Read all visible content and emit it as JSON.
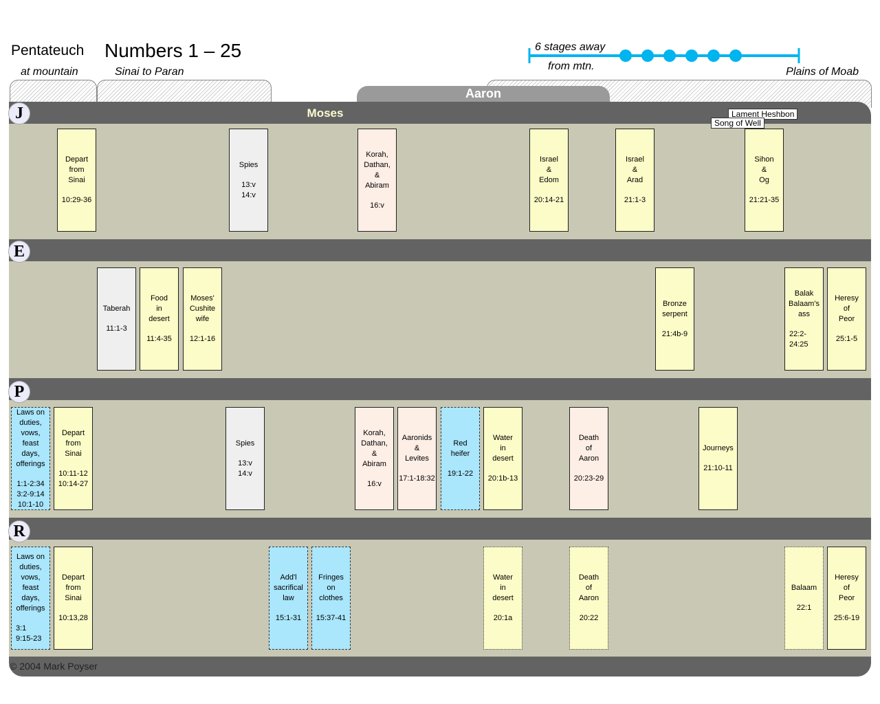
{
  "header": {
    "pentateuch": "Pentateuch",
    "title": "Numbers 1 – 25",
    "at_mountain": "at mountain",
    "sinai_to_paran": "Sinai to Paran",
    "plains_of_moab": "Plains of Moab",
    "stages_line1": "6 stages away",
    "stages_line2": "from mtn.",
    "stage_dots": 6
  },
  "bands": {
    "moses": "Moses",
    "aaron": "Aaron"
  },
  "notes": {
    "lament_heshbon": "Lament Heshbon",
    "song_of_well": "Song of Well"
  },
  "sources": [
    "J",
    "E",
    "P",
    "R"
  ],
  "cards": {
    "J": [
      {
        "title": "Depart\nfrom\nSinai",
        "ref": "10:29-36"
      },
      {
        "title": "Spies",
        "ref": "13:v\n14:v"
      },
      {
        "title": "Korah,\nDathan,\n&\nAbiram",
        "ref": "16:v"
      },
      {
        "title": "Israel\n&\nEdom",
        "ref": "20:14-21"
      },
      {
        "title": "Israel\n&\nArad",
        "ref": "21:1-3"
      },
      {
        "title": "Sihon\n&\nOg",
        "ref": "21:21-35"
      }
    ],
    "E": [
      {
        "title": "Taberah",
        "ref": "11:1-3"
      },
      {
        "title": "Food\nin\ndesert",
        "ref": "11:4-35"
      },
      {
        "title": "Moses'\nCushite\nwife",
        "ref": "12:1-16"
      },
      {
        "title": "Bronze\nserpent",
        "ref": "21:4b-9"
      },
      {
        "title": "Balak\nBalaam's\nass",
        "ref": "22:2-\n24:25"
      },
      {
        "title": "Heresy\nof\nPeor",
        "ref": "25:1-5"
      }
    ],
    "P": [
      {
        "title": "Laws on\nduties,\nvows,\nfeast\ndays,\nofferings",
        "ref": "1:1-2:34\n3:2-9:14\n10:1-10"
      },
      {
        "title": "Depart\nfrom\nSinai",
        "ref": "10:11-12\n10:14-27"
      },
      {
        "title": "Spies",
        "ref": "13:v\n14:v"
      },
      {
        "title": "Korah,\nDathan,\n&\nAbiram",
        "ref": "16:v"
      },
      {
        "title": "Aaronids\n&\nLevites",
        "ref": "17:1-18:32"
      },
      {
        "title": "Red\nheifer",
        "ref": "19:1-22"
      },
      {
        "title": "Water\nin\ndesert",
        "ref": "20:1b-13"
      },
      {
        "title": "Death\nof\nAaron",
        "ref": "20:23-29"
      },
      {
        "title": "Journeys",
        "ref": "21:10-11"
      }
    ],
    "R": [
      {
        "title": "Laws on\nduties,\nvows,\nfeast\ndays,\nofferings",
        "ref": "3:1\n9:15-23"
      },
      {
        "title": "Depart\nfrom\nSinai",
        "ref": "10:13,28"
      },
      {
        "title": "Add'l\nsacrifical\nlaw",
        "ref": "15:1-31"
      },
      {
        "title": "Fringes\non\nclothes",
        "ref": "15:37-41"
      },
      {
        "title": "Water\nin\ndesert",
        "ref": "20:1a"
      },
      {
        "title": "Death\nof\nAaron",
        "ref": "20:22"
      },
      {
        "title": "Balaam",
        "ref": "22:1"
      },
      {
        "title": "Heresy\nof\nPeor",
        "ref": "25:6-19"
      }
    ]
  },
  "colors": {
    "yellow": "#fcfcc8",
    "gray": "#efefef",
    "pink": "#fdeee6",
    "blue": "#aae6fc",
    "band": "#636363",
    "panel": "#c8c8b4",
    "stage_line": "#00b4f0"
  },
  "copyright": "© 2004 Mark Poyser"
}
